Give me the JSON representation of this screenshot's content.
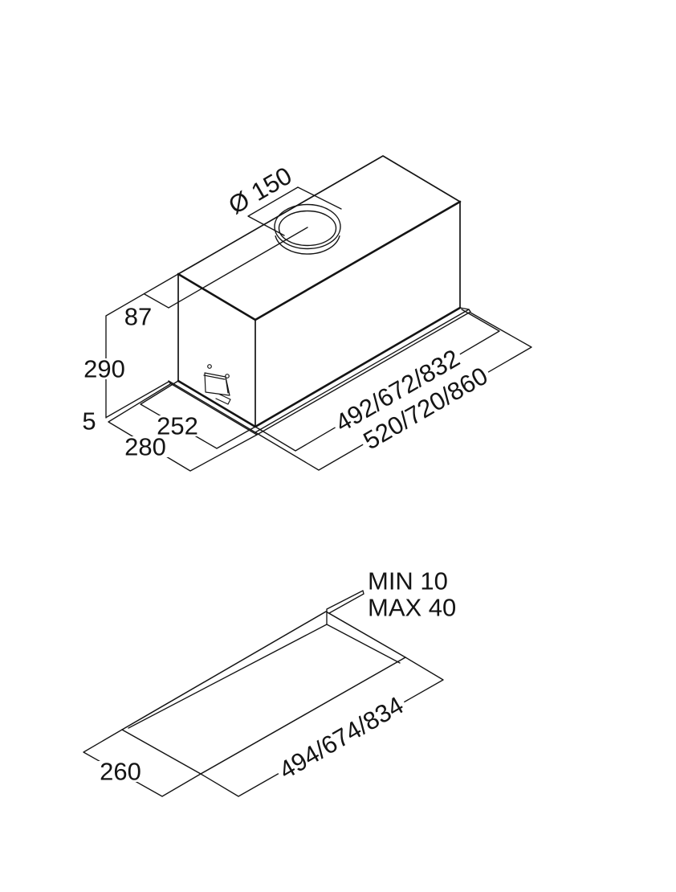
{
  "hood": {
    "dims": {
      "duct_diameter": "Ø 150",
      "duct_offset_from_back": "87",
      "body_height": "290",
      "flange_thickness": "5",
      "body_depth": "252",
      "flange_depth": "280",
      "body_length": "492/672/832",
      "flange_length": "520/720/860"
    }
  },
  "cutout": {
    "dims": {
      "lip_min": "MIN 10",
      "lip_max": "MAX 40",
      "length": "494/674/834",
      "depth": "260"
    }
  }
}
